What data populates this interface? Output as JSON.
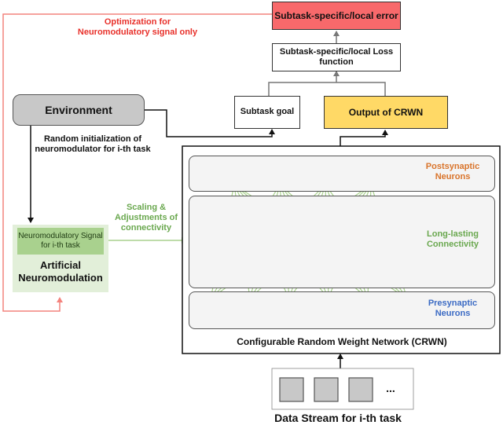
{
  "optimization_label": "Optimization for Neuromodulatory signal only",
  "subtask_error": "Subtask-specific/local error",
  "loss_function": "Subtask-specific/local Loss function",
  "subtask_goal": "Subtask goal",
  "output_crwn": "Output of CRWN",
  "environment": "Environment",
  "random_init": "Random initialization of neuromodulator for i-th task",
  "scaling": "Scaling & Adjustments of connectivity",
  "neuromod_signal": "Neuromodulatory Signal for i-th task",
  "artificial_neuromod": "Artificial Neuromodulation",
  "postsynaptic": "Postsynaptic Neurons",
  "long_lasting": "Long-lasting Connectivity",
  "presynaptic": "Presynaptic Neurons",
  "crwn_caption": "Configurable Random Weight Network (CRWN)",
  "ellipsis": "...",
  "data_stream": "Data Stream for i-th task",
  "colors": {
    "error_fill": "#f8696b",
    "output_fill": "#ffd966",
    "env_fill": "#c8c8c8",
    "neuromod_fill": "#e2efd9",
    "neuromod_signal_fill": "#a9d18e",
    "post_neuron": "#f4b183",
    "pre_neuron": "#8faadc",
    "connection": "#a9d18e",
    "red_line": "#f4837d"
  }
}
